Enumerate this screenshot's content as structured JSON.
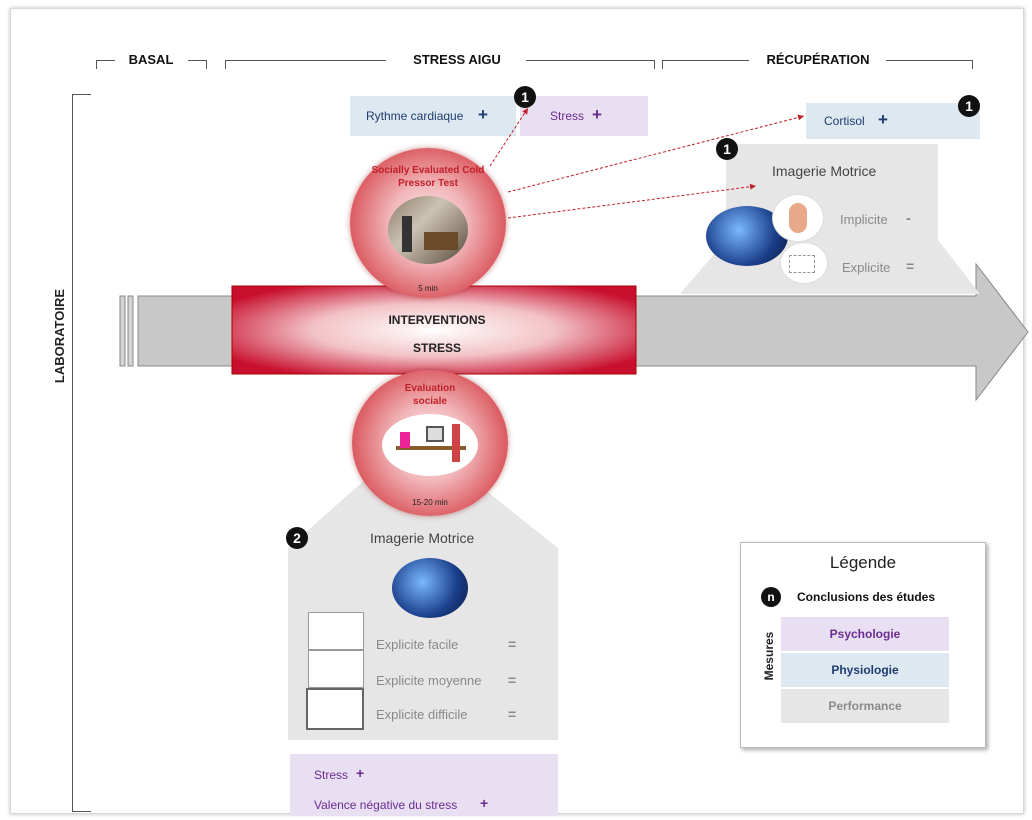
{
  "phases": {
    "basal": "BASAL",
    "stress": "STRESS AIGU",
    "recovery": "RÉCUPÉRATION"
  },
  "lab_label": "LABORATOIRE",
  "badges": {
    "one": "1",
    "two": "2",
    "legend": "n"
  },
  "top": {
    "heart_rate": "Rythme cardiaque",
    "stress": "Stress",
    "cortisol": "Cortisol",
    "plus": "+"
  },
  "cpt": {
    "title": "Socially Evaluated Cold Pressor Test",
    "time": "5 min"
  },
  "interventions": {
    "line1": "INTERVENTIONS",
    "line2": "STRESS"
  },
  "social": {
    "title": "Evaluation sociale",
    "time": "15-20 min"
  },
  "recovery_imagery": {
    "title": "Imagerie Motrice",
    "implicit": "Implicite",
    "implicit_sign": "-",
    "explicit": "Explicite",
    "explicit_sign": "="
  },
  "stress_imagery": {
    "title": "Imagerie Motrice",
    "items": [
      {
        "label": "Explicite facile",
        "sign": "="
      },
      {
        "label": "Explicite moyenne",
        "sign": "="
      },
      {
        "label": "Explicite difficile",
        "sign": "="
      }
    ]
  },
  "bottom_psy": {
    "stress": "Stress",
    "valence": "Valence négative du stress",
    "plus": "+"
  },
  "legend": {
    "title": "Légende",
    "conclusions": "Conclusions des études",
    "measures": "Mesures",
    "psy": "Psychologie",
    "phys": "Physiologie",
    "perf": "Performance"
  },
  "colors": {
    "psy": "#e9dff2",
    "phys": "#dde8f1",
    "perf": "#e6e6e6",
    "arrow": "#c8c8c8",
    "stress_red": "#c8102e"
  }
}
